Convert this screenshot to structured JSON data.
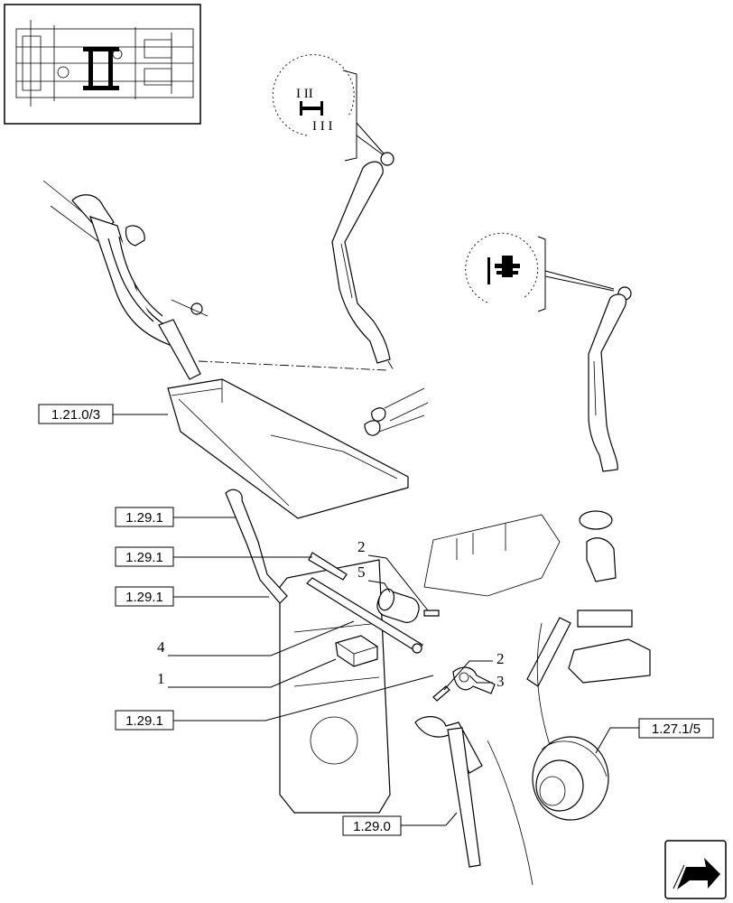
{
  "detail_view": {
    "shift_pattern_top": {
      "roman_top": "I   II",
      "roman_bottom": "I   I   I"
    }
  },
  "references": [
    {
      "id": "ref-1-21-0-3",
      "label": "1.21.0/3"
    },
    {
      "id": "ref-1-29-1-a",
      "label": "1.29.1"
    },
    {
      "id": "ref-1-29-1-b",
      "label": "1.29.1"
    },
    {
      "id": "ref-1-29-1-c",
      "label": "1.29.1"
    },
    {
      "id": "ref-1-29-1-d",
      "label": "1.29.1"
    },
    {
      "id": "ref-1-27-1-5",
      "label": "1.27.1/5"
    },
    {
      "id": "ref-1-29-0",
      "label": "1.29.0"
    }
  ],
  "callouts": [
    {
      "id": "callout-2-top",
      "number": "2"
    },
    {
      "id": "callout-5",
      "number": "5"
    },
    {
      "id": "callout-4",
      "number": "4"
    },
    {
      "id": "callout-1",
      "number": "1"
    },
    {
      "id": "callout-2-right",
      "number": "2"
    },
    {
      "id": "callout-3",
      "number": "3"
    }
  ],
  "colors": {
    "line": "#000000",
    "background": "#ffffff"
  },
  "icons": [
    "transmission-thumbnail-icon",
    "gear-shift-pattern-icon",
    "tractor-drive-icon",
    "next-page-arrow-icon"
  ]
}
